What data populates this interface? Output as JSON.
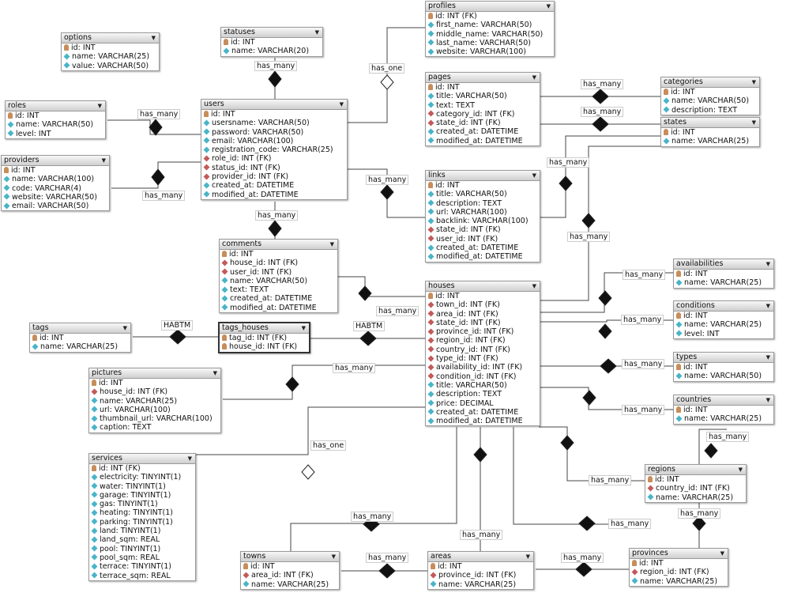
{
  "tables": {
    "options": {
      "name": "options",
      "fields": [
        {
          "text": "id: INT",
          "icon": "key"
        },
        {
          "text": "name: VARCHAR(25)",
          "icon": "column"
        },
        {
          "text": "value: VARCHAR(50)",
          "icon": "column"
        }
      ]
    },
    "statuses": {
      "name": "statuses",
      "fields": [
        {
          "text": "id: INT",
          "icon": "key"
        },
        {
          "text": "name: VARCHAR(20)",
          "icon": "column"
        }
      ]
    },
    "profiles": {
      "name": "profiles",
      "fields": [
        {
          "text": "id: INT (FK)",
          "icon": "key"
        },
        {
          "text": "first_name: VARCHAR(50)",
          "icon": "column"
        },
        {
          "text": "middle_name: VARCHAR(50)",
          "icon": "column"
        },
        {
          "text": "last_name: VARCHAR(50)",
          "icon": "column"
        },
        {
          "text": "website: VARCHAR(100)",
          "icon": "column"
        }
      ]
    },
    "roles": {
      "name": "roles",
      "fields": [
        {
          "text": "id: INT",
          "icon": "key"
        },
        {
          "text": "name: VARCHAR(50)",
          "icon": "column"
        },
        {
          "text": "level: INT",
          "icon": "column"
        }
      ]
    },
    "users": {
      "name": "users",
      "fields": [
        {
          "text": "id: INT",
          "icon": "key"
        },
        {
          "text": "usersname: VARCHAR(50)",
          "icon": "column"
        },
        {
          "text": "password: VARCHAR(50)",
          "icon": "column"
        },
        {
          "text": "email: VARCHAR(100)",
          "icon": "column"
        },
        {
          "text": "registration_code: VARCHAR(25)",
          "icon": "column"
        },
        {
          "text": "role_id: INT (FK)",
          "icon": "fk"
        },
        {
          "text": "status_id: INT (FK)",
          "icon": "fk"
        },
        {
          "text": "provider_id: INT (FK)",
          "icon": "fk"
        },
        {
          "text": "created_at: DATETIME",
          "icon": "column"
        },
        {
          "text": "modified_at: DATETIME",
          "icon": "column"
        }
      ]
    },
    "pages": {
      "name": "pages",
      "fields": [
        {
          "text": "id: INT",
          "icon": "key"
        },
        {
          "text": "title: VARCHAR(50)",
          "icon": "column"
        },
        {
          "text": "text: TEXT",
          "icon": "column"
        },
        {
          "text": "category_id: INT (FK)",
          "icon": "fk"
        },
        {
          "text": "state_id: INT (FK)",
          "icon": "fk"
        },
        {
          "text": "created_at: DATETIME",
          "icon": "column"
        },
        {
          "text": "modified_at: DATETIME",
          "icon": "column"
        }
      ]
    },
    "categories": {
      "name": "categories",
      "fields": [
        {
          "text": "id: INT",
          "icon": "key"
        },
        {
          "text": "name: VARCHAR(50)",
          "icon": "column"
        },
        {
          "text": "description: TEXT",
          "icon": "column"
        }
      ]
    },
    "states": {
      "name": "states",
      "fields": [
        {
          "text": "id: INT",
          "icon": "key"
        },
        {
          "text": "name: VARCHAR(25)",
          "icon": "column"
        }
      ]
    },
    "providers": {
      "name": "providers",
      "fields": [
        {
          "text": "id: INT",
          "icon": "key"
        },
        {
          "text": "name: VARCHAR(100)",
          "icon": "column"
        },
        {
          "text": "code: VARCHAR(4)",
          "icon": "column"
        },
        {
          "text": "website: VARCHAR(50)",
          "icon": "column"
        },
        {
          "text": "email: VARCHAR(50)",
          "icon": "column"
        }
      ]
    },
    "links": {
      "name": "links",
      "fields": [
        {
          "text": "id: INT",
          "icon": "key"
        },
        {
          "text": "title: VARCHAR(50)",
          "icon": "column"
        },
        {
          "text": "description: TEXT",
          "icon": "column"
        },
        {
          "text": "url: VARCHAR(100)",
          "icon": "column"
        },
        {
          "text": "backlink: VARCHAR(100)",
          "icon": "column"
        },
        {
          "text": "state_id: INT (FK)",
          "icon": "fk"
        },
        {
          "text": "user_id: INT (FK)",
          "icon": "fk"
        },
        {
          "text": "created_at: DATETIME",
          "icon": "column"
        },
        {
          "text": "modified_at: DATETIME",
          "icon": "column"
        }
      ]
    },
    "comments": {
      "name": "comments",
      "fields": [
        {
          "text": "id: INT",
          "icon": "key"
        },
        {
          "text": "house_id: INT (FK)",
          "icon": "fk"
        },
        {
          "text": "user_id: INT (FK)",
          "icon": "fk"
        },
        {
          "text": "name: VARCHAR(50)",
          "icon": "column"
        },
        {
          "text": "text: TEXT",
          "icon": "column"
        },
        {
          "text": "created_at: DATETIME",
          "icon": "column"
        },
        {
          "text": "modified_at: DATETIME",
          "icon": "column"
        }
      ]
    },
    "availabilities": {
      "name": "availabilities",
      "fields": [
        {
          "text": "id: INT",
          "icon": "key"
        },
        {
          "text": "name: VARCHAR(25)",
          "icon": "column"
        }
      ]
    },
    "houses": {
      "name": "houses",
      "fields": [
        {
          "text": "id: INT",
          "icon": "key"
        },
        {
          "text": "town_id: INT (FK)",
          "icon": "fk"
        },
        {
          "text": "area_id: INT (FK)",
          "icon": "fk"
        },
        {
          "text": "state_id: INT (FK)",
          "icon": "fk"
        },
        {
          "text": "province_id: INT (FK)",
          "icon": "fk"
        },
        {
          "text": "region_id: INT (FK)",
          "icon": "fk"
        },
        {
          "text": "country_id: INT (FK)",
          "icon": "fk"
        },
        {
          "text": "type_id: INT (FK)",
          "icon": "fk"
        },
        {
          "text": "availability_id: INT (FK)",
          "icon": "fk"
        },
        {
          "text": "condition_id: INT (FK)",
          "icon": "fk"
        },
        {
          "text": "title: VARCHAR(50)",
          "icon": "column"
        },
        {
          "text": "description: TEXT",
          "icon": "column"
        },
        {
          "text": "price: DECIMAL",
          "icon": "column"
        },
        {
          "text": "created_at: DATETIME",
          "icon": "column"
        },
        {
          "text": "modified_at: DATETIME",
          "icon": "column"
        }
      ]
    },
    "conditions": {
      "name": "conditions",
      "fields": [
        {
          "text": "id: INT",
          "icon": "key"
        },
        {
          "text": "name: VARCHAR(25)",
          "icon": "column"
        },
        {
          "text": "level: INT",
          "icon": "column"
        }
      ]
    },
    "tags": {
      "name": "tags",
      "fields": [
        {
          "text": "id: INT",
          "icon": "key"
        },
        {
          "text": "name: VARCHAR(25)",
          "icon": "column"
        }
      ]
    },
    "tags_houses": {
      "name": "tags_houses",
      "fields": [
        {
          "text": "tag_id: INT (FK)",
          "icon": "key"
        },
        {
          "text": "house_id: INT (FK)",
          "icon": "key"
        }
      ]
    },
    "types": {
      "name": "types",
      "fields": [
        {
          "text": "id: INT",
          "icon": "key"
        },
        {
          "text": "name: VARCHAR(50)",
          "icon": "column"
        }
      ]
    },
    "pictures": {
      "name": "pictures",
      "fields": [
        {
          "text": "id: INT",
          "icon": "key"
        },
        {
          "text": "house_id: INT (FK)",
          "icon": "fk"
        },
        {
          "text": "name: VARCHAR(25)",
          "icon": "column"
        },
        {
          "text": "url: VARCHAR(100)",
          "icon": "column"
        },
        {
          "text": "thumbnail_url: VARCHAR(100)",
          "icon": "column"
        },
        {
          "text": "caption: TEXT",
          "icon": "column"
        }
      ]
    },
    "countries": {
      "name": "countries",
      "fields": [
        {
          "text": "id: INT",
          "icon": "key"
        },
        {
          "text": "name: VARCHAR(25)",
          "icon": "column"
        }
      ]
    },
    "services": {
      "name": "services",
      "fields": [
        {
          "text": "id: INT (FK)",
          "icon": "key"
        },
        {
          "text": "electricity: TINYINT(1)",
          "icon": "column"
        },
        {
          "text": "water: TINYINT(1)",
          "icon": "column"
        },
        {
          "text": "garage: TINYINT(1)",
          "icon": "column"
        },
        {
          "text": "gas: TINYINT(1)",
          "icon": "column"
        },
        {
          "text": "heating: TINYINT(1)",
          "icon": "column"
        },
        {
          "text": "parking: TINYINT(1)",
          "icon": "column"
        },
        {
          "text": "land: TINYINT(1)",
          "icon": "column"
        },
        {
          "text": "land_sqm: REAL",
          "icon": "column"
        },
        {
          "text": "pool: TINYINT(1)",
          "icon": "column"
        },
        {
          "text": "pool_sqm: REAL",
          "icon": "column"
        },
        {
          "text": "terrace: TINYINT(1)",
          "icon": "column"
        },
        {
          "text": "terrace_sqm: REAL",
          "icon": "column"
        }
      ]
    },
    "regions": {
      "name": "regions",
      "fields": [
        {
          "text": "id: INT",
          "icon": "key"
        },
        {
          "text": "country_id: INT (FK)",
          "icon": "fk"
        },
        {
          "text": "name: VARCHAR(25)",
          "icon": "column"
        }
      ]
    },
    "towns": {
      "name": "towns",
      "fields": [
        {
          "text": "id: INT",
          "icon": "key"
        },
        {
          "text": "area_id: INT (FK)",
          "icon": "fk"
        },
        {
          "text": "name: VARCHAR(25)",
          "icon": "column"
        }
      ]
    },
    "areas": {
      "name": "areas",
      "fields": [
        {
          "text": "id: INT",
          "icon": "key"
        },
        {
          "text": "province_id: INT (FK)",
          "icon": "fk"
        },
        {
          "text": "name: VARCHAR(25)",
          "icon": "column"
        }
      ]
    },
    "provinces": {
      "name": "provinces",
      "fields": [
        {
          "text": "id: INT",
          "icon": "key"
        },
        {
          "text": "region_id: INT (FK)",
          "icon": "fk"
        },
        {
          "text": "name: VARCHAR(25)",
          "icon": "column"
        }
      ]
    }
  },
  "relations": [
    {
      "label": "has_many"
    },
    {
      "label": "has_one"
    },
    {
      "label": "has_many"
    },
    {
      "label": "has_many"
    },
    {
      "label": "has_many"
    },
    {
      "label": "has_many"
    },
    {
      "label": "has_many"
    },
    {
      "label": "has_many"
    },
    {
      "label": "has_many"
    },
    {
      "label": "has_many"
    },
    {
      "label": "has_many"
    },
    {
      "label": "has_many"
    },
    {
      "label": "HABTM"
    },
    {
      "label": "HABTM"
    },
    {
      "label": "has_many"
    },
    {
      "label": "has_many"
    },
    {
      "label": "has_many"
    },
    {
      "label": "has_many"
    },
    {
      "label": "has_many"
    },
    {
      "label": "has_many"
    },
    {
      "label": "has_one"
    },
    {
      "label": "has_many"
    },
    {
      "label": "has_many"
    },
    {
      "label": "has_many"
    },
    {
      "label": "has_many"
    },
    {
      "label": "has_many"
    },
    {
      "label": "has_many"
    }
  ]
}
